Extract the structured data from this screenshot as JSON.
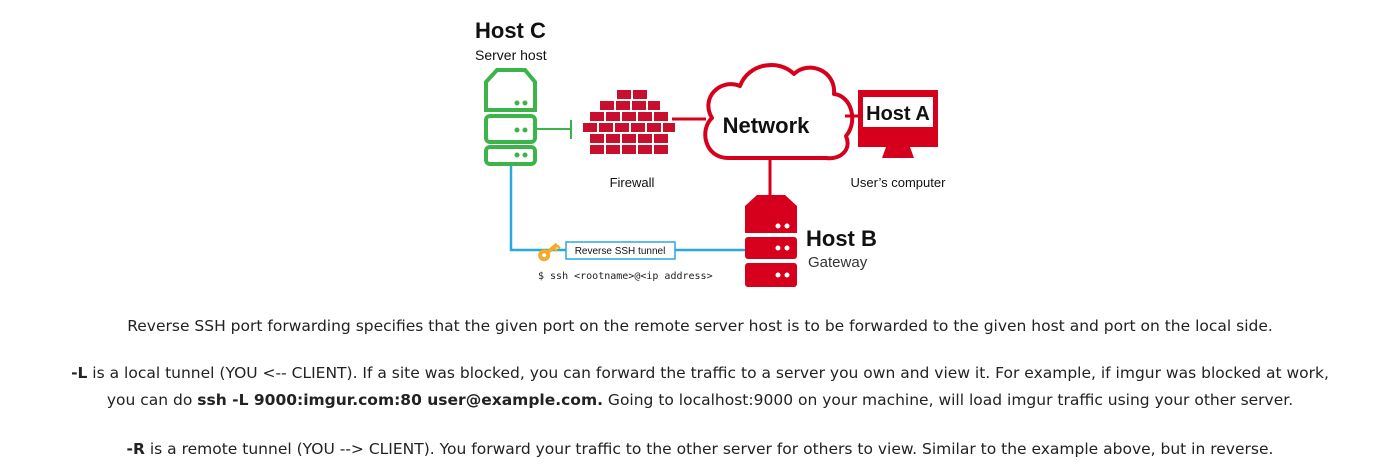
{
  "diagram": {
    "host_c": {
      "title": "Host C",
      "subtitle": "Server host"
    },
    "host_a": {
      "title": "Host A",
      "subtitle": "User’s computer"
    },
    "host_b": {
      "title": "Host B",
      "subtitle": "Gateway"
    },
    "network_label": "Network",
    "firewall_label": "Firewall",
    "tunnel_label": "Reverse SSH tunnel",
    "command": "$ ssh <rootname>@<ip address>",
    "colors": {
      "green": "#3cb44a",
      "red": "#d6001c",
      "blue": "#29a8e0",
      "wall": "#c8102e",
      "key": "#f7a928"
    }
  },
  "text": {
    "p1": "Reverse SSH port forwarding specifies that the given port on the remote server host is to be forwarded to the given host and port on the local side.",
    "p2_flag": "-L",
    "p2_a": " is a local tunnel (YOU <-- CLIENT). If a site was blocked, you can forward the traffic to a server you own and view it. For example, if imgur was blocked at work,",
    "p2_b": "you can do ",
    "p2_cmd": "ssh -L 9000:imgur.com:80 user@example.com.",
    "p2_c": " Going to localhost:9000 on your machine, will load imgur traffic using your other server.",
    "p3_flag": "-R",
    "p3_a": " is a remote tunnel (YOU --> CLIENT). You forward your traffic to the other server for others to view. Similar to the example above, but in reverse."
  }
}
